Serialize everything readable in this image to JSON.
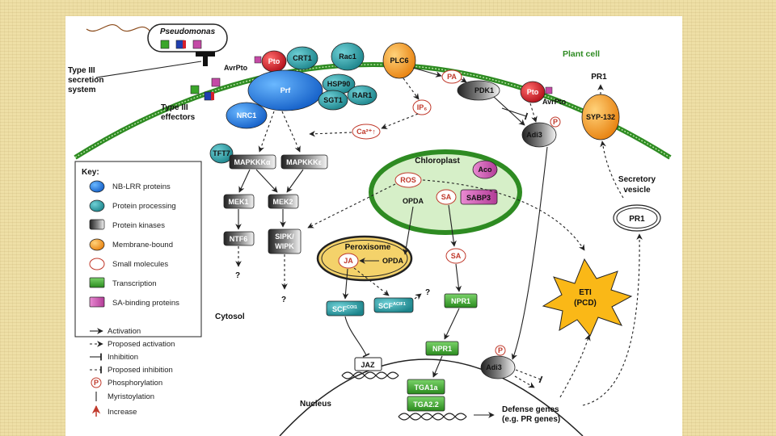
{
  "labels": {
    "pseudomonas": "Pseudomonas",
    "type3_secretion": [
      "Type III",
      "secretion",
      "system"
    ],
    "type3_effectors": [
      "Type III",
      "effectors"
    ],
    "plant_cell": "Plant cell",
    "cytosol": "Cytosol",
    "nucleus": "Nucleus",
    "chloroplast": "Chloroplast",
    "peroxisome": "Peroxisome",
    "secretory_vesicle": [
      "Secretory",
      "vesicle"
    ],
    "defense_genes": [
      "Defense genes",
      "(e.g. PR genes)"
    ],
    "eti": [
      "ETI",
      "(PCD)"
    ],
    "question": "?"
  },
  "nodes": {
    "avrpto_left": "AvrPto",
    "pto_left": "Pto",
    "crt1": "CRT1",
    "rac1": "Rac1",
    "prf": "Prf",
    "hsp90": "HSP90",
    "sgt1": "SGT1",
    "rar1": "RAR1",
    "nrc1": "NRC1",
    "plc6": "PLC6",
    "pa": "PA",
    "ip6": "IP₆",
    "ca": "Ca²⁺↑",
    "pdk1": "PDK1",
    "pto_right": "Pto",
    "avrpto_right": "AvrPto",
    "adi3_top": "Adi3",
    "phos": "P",
    "syp132": "SYP-132",
    "pr1_top": "PR1",
    "pr1_vesicle": "PR1",
    "tft7": "TFT7",
    "mapkkk_a": "MAPKKKα",
    "mapkkk_e": "MAPKKKε",
    "mek1": "MEK1",
    "mek2": "MEK2",
    "ntf6": "NTF6",
    "sipk": [
      "SIPK/",
      "WIPK"
    ],
    "ros": "ROS",
    "aco": "Aco",
    "opda_chloro": "OPDA",
    "sa_chloro": "SA",
    "sabp3": "SABP3",
    "ja": "JA",
    "opda_perox": "OPDA",
    "sa_cyto": "SA",
    "scf_coi1": "SCF",
    "scf_coi1_sup": "COI1",
    "scf_acif1": "SCF",
    "scf_acif1_sup": "ACIF1",
    "npr1_cyto": "NPR1",
    "npr1_nuc": "NPR1",
    "jaz": "JAZ",
    "tga1a": "TGA1a",
    "tga22": "TGA2.2",
    "adi3_nuc": "Adi3"
  },
  "key": {
    "title": "Key:",
    "items": [
      "NB-LRR proteins",
      "Protein processing",
      "Protein kinases",
      "Membrane-bound",
      "Small molecules",
      "Transcription",
      "SA-binding proteins"
    ],
    "arrows": [
      "Activation",
      "Proposed activation",
      "Inhibition",
      "Proposed inhibition",
      "Phosphorylation",
      "Myristoylation",
      "Increase"
    ]
  },
  "colors": {
    "nb_lrr": "#1f7fe0",
    "processing": "#2aa0a8",
    "kinase_dark": "#333333",
    "membrane": "#f39a1e",
    "small_molecule": "#c0392b",
    "transcription": "#3aa52a",
    "sa_binding": "#c44aa6",
    "pto": "#d6202a",
    "membrane_line": "#2e8b22",
    "chloroplast_fill": "#d6efc8",
    "peroxisome_fill": "#f4d26a"
  }
}
